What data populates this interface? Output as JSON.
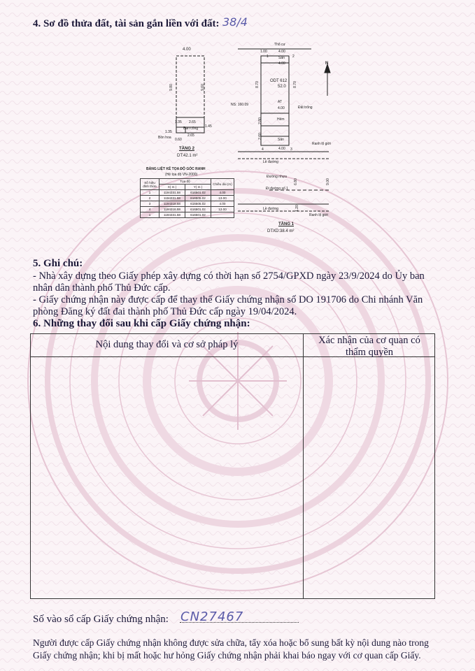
{
  "section4": {
    "heading": "4. Sơ đồ thửa đất, tài sản gắn liền với đất:",
    "handwritten_number": "38/4"
  },
  "diagram": {
    "floor2": {
      "top_width": "4.00",
      "left_len": "9.80",
      "right_len": "9.60",
      "bottom_a": "1.35",
      "bottom_b": "2.65",
      "side": "1.45",
      "bottom_c": "1.35",
      "bottom_d": "2.65",
      "bottom_e": "0.60",
      "label_bancong": "Ban công",
      "label_bonhoa": "Bồn hoa",
      "title": "TẦNG 2",
      "area": "DT:42.1 m²"
    },
    "floor1": {
      "label_top": "Thổ cư",
      "top_a": "1.00",
      "top_b": "4.00",
      "pts": [
        "1",
        "2"
      ],
      "san_top": "Sân",
      "width1": "4.00",
      "parcel_id": "ODT 612",
      "parcel_area": "52.0",
      "left_len": "8.70",
      "right_len": "8.70",
      "ns_label": "NS: 160.09",
      "dat_trong": "Đất trống",
      "a_label": "AT",
      "width2": "4.00",
      "hem": "Hẻm",
      "v1": "2.80",
      "v2": "2.60",
      "san_bottom": "Sân",
      "width3": "4.00",
      "pt4": "4",
      "pt3": "3",
      "ranh_top": "Ranh lộ giới",
      "le_duong": "Lề đường",
      "duong_nhua": "Đường nhựa",
      "di_duong": "Đi đường số 1",
      "w_road": "6.80",
      "w_total": "9.00",
      "le_duong2": "Lề đường",
      "w_small": "1.20",
      "ranh_bottom": "Ranh lộ giới",
      "title": "TẦNG 1",
      "area": "DTXD:38.4 m²",
      "north": "N"
    },
    "coord_table": {
      "title": "BẢNG LIỆT KÊ TỌA ĐỘ GÓC RANH",
      "subtitle": "(Hệ tọa độ VN-2000)",
      "head_pt": "Số hiệu đỉnh thửa",
      "head_coord": "Tọa độ",
      "head_x": "X( m )",
      "head_y": "Y( m )",
      "head_len": "Chiều dài (m)",
      "rows": [
        {
          "pt": "1",
          "x": "1194331.58",
          "y": "616501.02",
          "len": "4.00"
        },
        {
          "pt": "2",
          "x": "1194331.58",
          "y": "616505.02",
          "len": "13.00"
        },
        {
          "pt": "3",
          "x": "1194318.58",
          "y": "616505.02",
          "len": "4.00"
        },
        {
          "pt": "4",
          "x": "1194318.58",
          "y": "616501.02",
          "len": "13.00"
        },
        {
          "pt": "1",
          "x": "1194331.58",
          "y": "616501.02",
          "len": ""
        }
      ]
    }
  },
  "section5": {
    "heading": "5. Ghi chú:",
    "note1": "- Nhà xây dựng theo Giấy phép xây dựng có thời hạn số 2754/GPXD ngày 23/9/2024 do Ủy ban nhân dân thành phố Thủ Đức cấp.",
    "note2": "- Giấy chứng nhận này được cấp để thay thế Giấy chứng nhận số DO 191706 do Chi nhánh Văn phòng Đăng ký đất đai thành phố Thủ Đức cấp ngày 19/04/2024."
  },
  "section6": {
    "heading": "6. Những thay đổi sau khi cấp Giấy chứng nhận:",
    "col1": "Nội dung thay đổi và cơ sở pháp lý",
    "col2": "Xác nhận của cơ quan có thẩm quyền"
  },
  "footer": {
    "registry_label": "Số vào sổ cấp Giấy chứng nhận:",
    "registry_value": "CN27467",
    "disclaimer": "Người được cấp Giấy chứng nhận không được sửa chữa, tẩy xóa hoặc bổ sung bất kỳ nội dung nào trong Giấy chứng nhận; khi bị mất hoặc hư hỏng Giấy chứng nhận phải khai báo ngay với cơ quan cấp Giấy."
  },
  "colors": {
    "ink": "#1d1a3a",
    "background": "#fbf4f7",
    "seal_pink": "#e8c9d6",
    "handwriting": "#5a5aa8"
  }
}
